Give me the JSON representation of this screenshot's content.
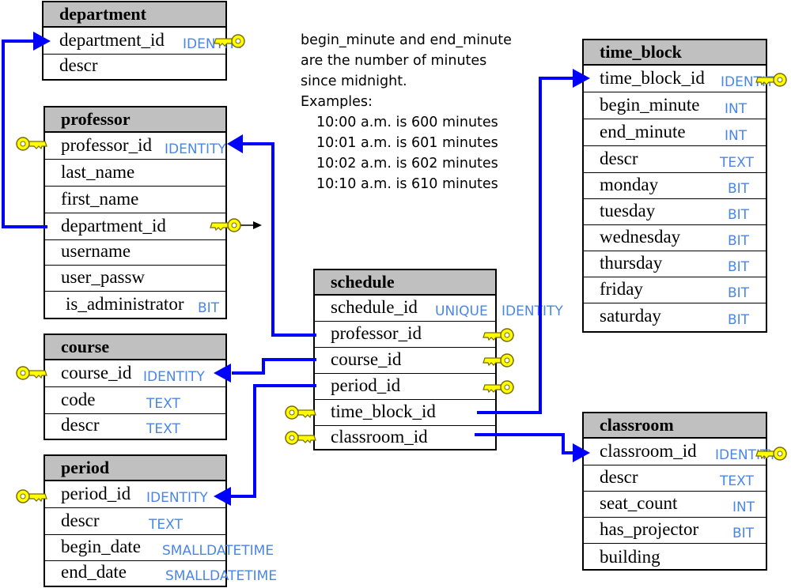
{
  "tables": {
    "department": {
      "title": "department",
      "rows": [
        {
          "name": "department_id",
          "type": "IDENTITY"
        },
        {
          "name": "descr",
          "type": ""
        }
      ]
    },
    "professor": {
      "title": "professor",
      "rows": [
        {
          "name": "professor_id",
          "type": "IDENTITY"
        },
        {
          "name": "last_name",
          "type": ""
        },
        {
          "name": "first_name",
          "type": ""
        },
        {
          "name": "department_id",
          "type": ""
        },
        {
          "name": "username",
          "type": ""
        },
        {
          "name": "user_passw",
          "type": ""
        },
        {
          "name": "is_administrator",
          "type": "BIT"
        }
      ]
    },
    "course": {
      "title": "course",
      "rows": [
        {
          "name": "course_id",
          "type": "IDENTITY"
        },
        {
          "name": "code",
          "type": "TEXT"
        },
        {
          "name": "descr",
          "type": "TEXT"
        }
      ]
    },
    "period": {
      "title": "period",
      "rows": [
        {
          "name": "period_id",
          "type": "IDENTITY"
        },
        {
          "name": "descr",
          "type": "TEXT"
        },
        {
          "name": "begin_date",
          "type": "SMALLDATETIME"
        },
        {
          "name": "end_date",
          "type": "SMALLDATETIME"
        }
      ]
    },
    "schedule": {
      "title": "schedule",
      "rows": [
        {
          "name": "schedule_id",
          "type": "UNIQUE",
          "type2": "IDENTITY"
        },
        {
          "name": "professor_id",
          "type": ""
        },
        {
          "name": "course_id",
          "type": ""
        },
        {
          "name": "period_id",
          "type": ""
        },
        {
          "name": "time_block_id",
          "type": ""
        },
        {
          "name": "classroom_id",
          "type": ""
        }
      ]
    },
    "time_block": {
      "title": "time_block",
      "rows": [
        {
          "name": "time_block_id",
          "type": "IDENTITY"
        },
        {
          "name": "begin_minute",
          "type": "INT"
        },
        {
          "name": "end_minute",
          "type": "INT"
        },
        {
          "name": "descr",
          "type": "TEXT"
        },
        {
          "name": "monday",
          "type": "BIT"
        },
        {
          "name": "tuesday",
          "type": "BIT"
        },
        {
          "name": "wednesday",
          "type": "BIT"
        },
        {
          "name": "thursday",
          "type": "BIT"
        },
        {
          "name": "friday",
          "type": "BIT"
        },
        {
          "name": "saturday",
          "type": "BIT"
        }
      ]
    },
    "classroom": {
      "title": "classroom",
      "rows": [
        {
          "name": "classroom_id",
          "type": "IDENTITY"
        },
        {
          "name": "descr",
          "type": "TEXT"
        },
        {
          "name": "seat_count",
          "type": "INT"
        },
        {
          "name": "has_projector",
          "type": "BIT"
        },
        {
          "name": "building",
          "type": ""
        }
      ]
    }
  },
  "note": {
    "lines": [
      "begin_minute and end_minute",
      "are the number of minutes",
      "since midnight.",
      "Examples:"
    ],
    "examples": [
      "10:00 a.m. is 600 minutes",
      "10:01 a.m. is 601 minutes",
      "10:02 a.m. is 602 minutes",
      "10:10 a.m. is 610 minutes"
    ]
  },
  "colors": {
    "connector": "#0000ff",
    "key_fill": "#ffff00",
    "type_text": "#4a86e8",
    "header_bg": "#c0c0c0"
  }
}
